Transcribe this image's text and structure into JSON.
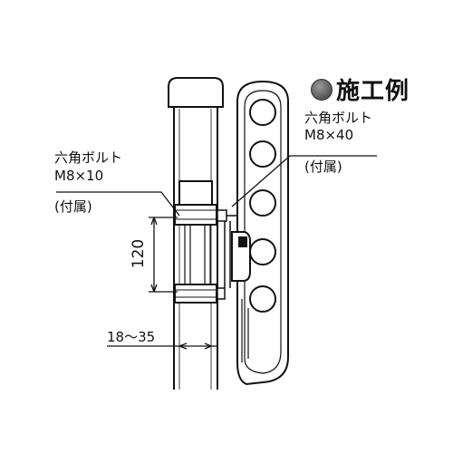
{
  "title": {
    "bullet_icon": "filled-circle-icon",
    "text": "施工例"
  },
  "labels": {
    "bolt_top_line1": "六角ボルト",
    "bolt_top_line2": "M8×40",
    "bolt_top_line3": "(付属)",
    "bolt_left_line1": "六角ボルト",
    "bolt_left_line2": "M8×10",
    "bolt_left_line3": "(付属)",
    "dim_height": "120",
    "dim_range": "18～35"
  }
}
